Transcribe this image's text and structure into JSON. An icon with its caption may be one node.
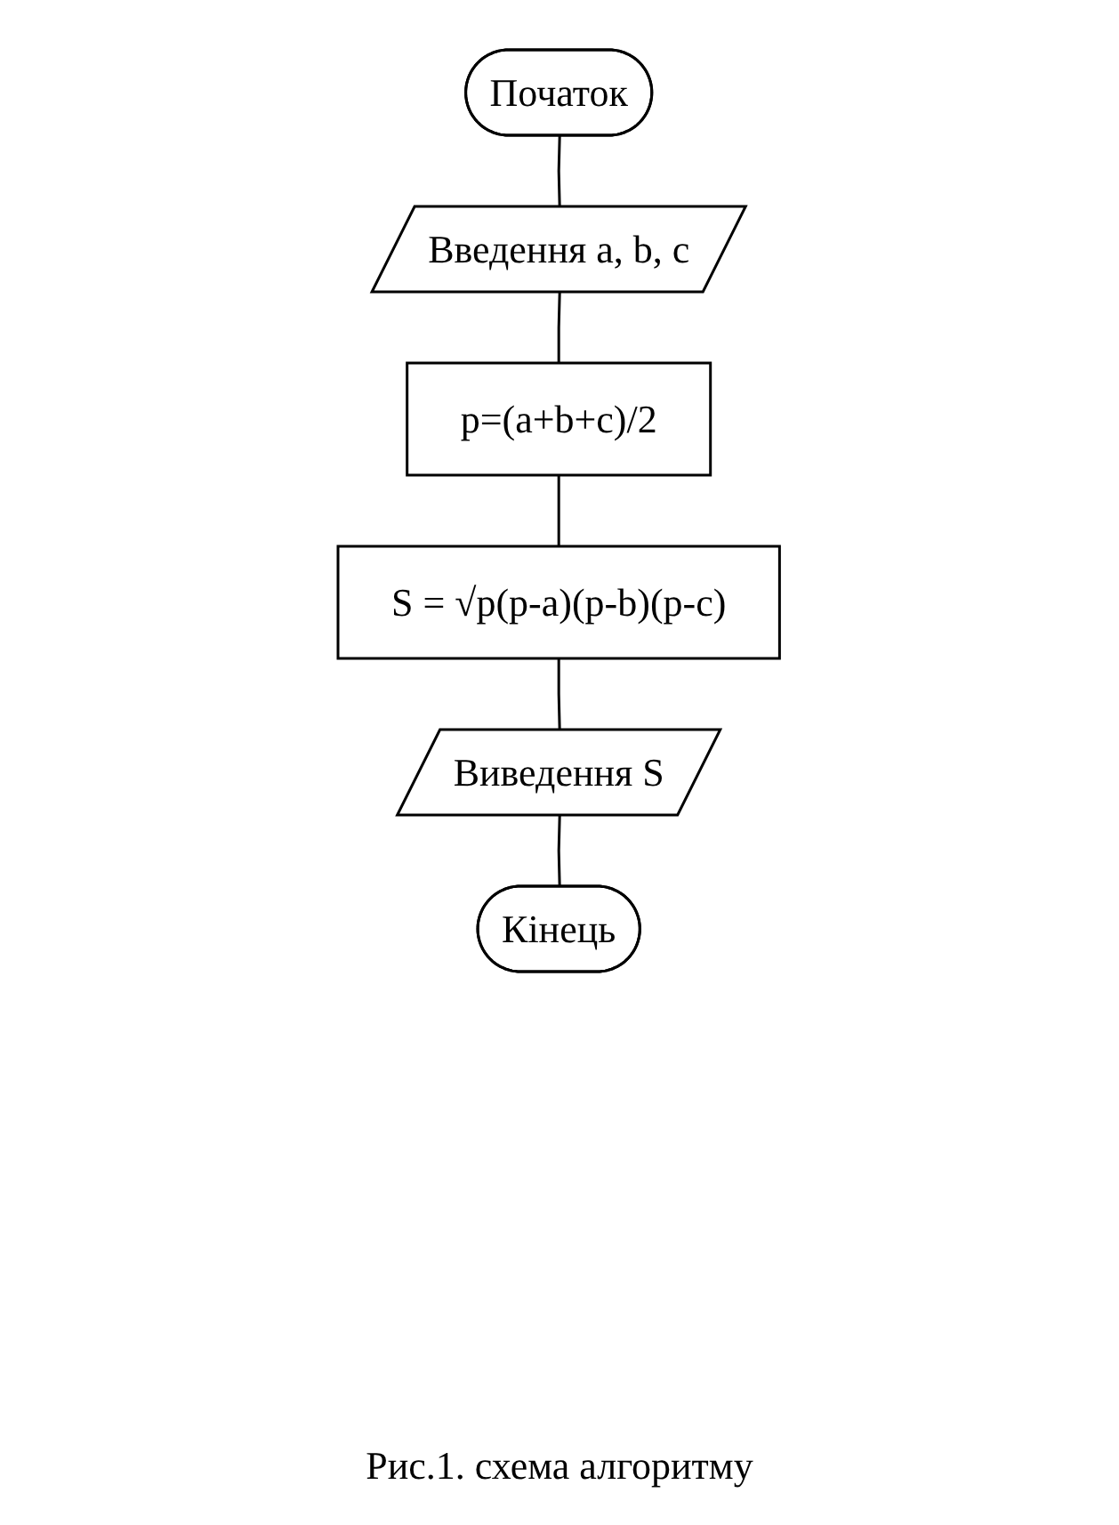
{
  "diagram": {
    "caption": "Рис.1. схема алгоритму",
    "nodes": [
      {
        "text": [
          "Початок"
        ]
      },
      {
        "text": [
          "Введення a, b, c"
        ]
      },
      {
        "text": [
          "p=(a+b+c)/2"
        ]
      },
      {
        "text": [
          "S = √p(p-a)(p-b)(p-c)"
        ]
      },
      {
        "text": [
          "Виведення S"
        ]
      },
      {
        "text": [
          "Кінець"
        ]
      }
    ],
    "edges": [
      {
        "from": 0,
        "to": 1,
        "arrow": "none"
      },
      {
        "from": 1,
        "to": 2,
        "arrow": "none"
      },
      {
        "from": 2,
        "to": 3,
        "arrow": "none"
      },
      {
        "from": 3,
        "to": 4,
        "arrow": "none"
      },
      {
        "from": 4,
        "to": 5,
        "arrow": "none"
      }
    ]
  }
}
